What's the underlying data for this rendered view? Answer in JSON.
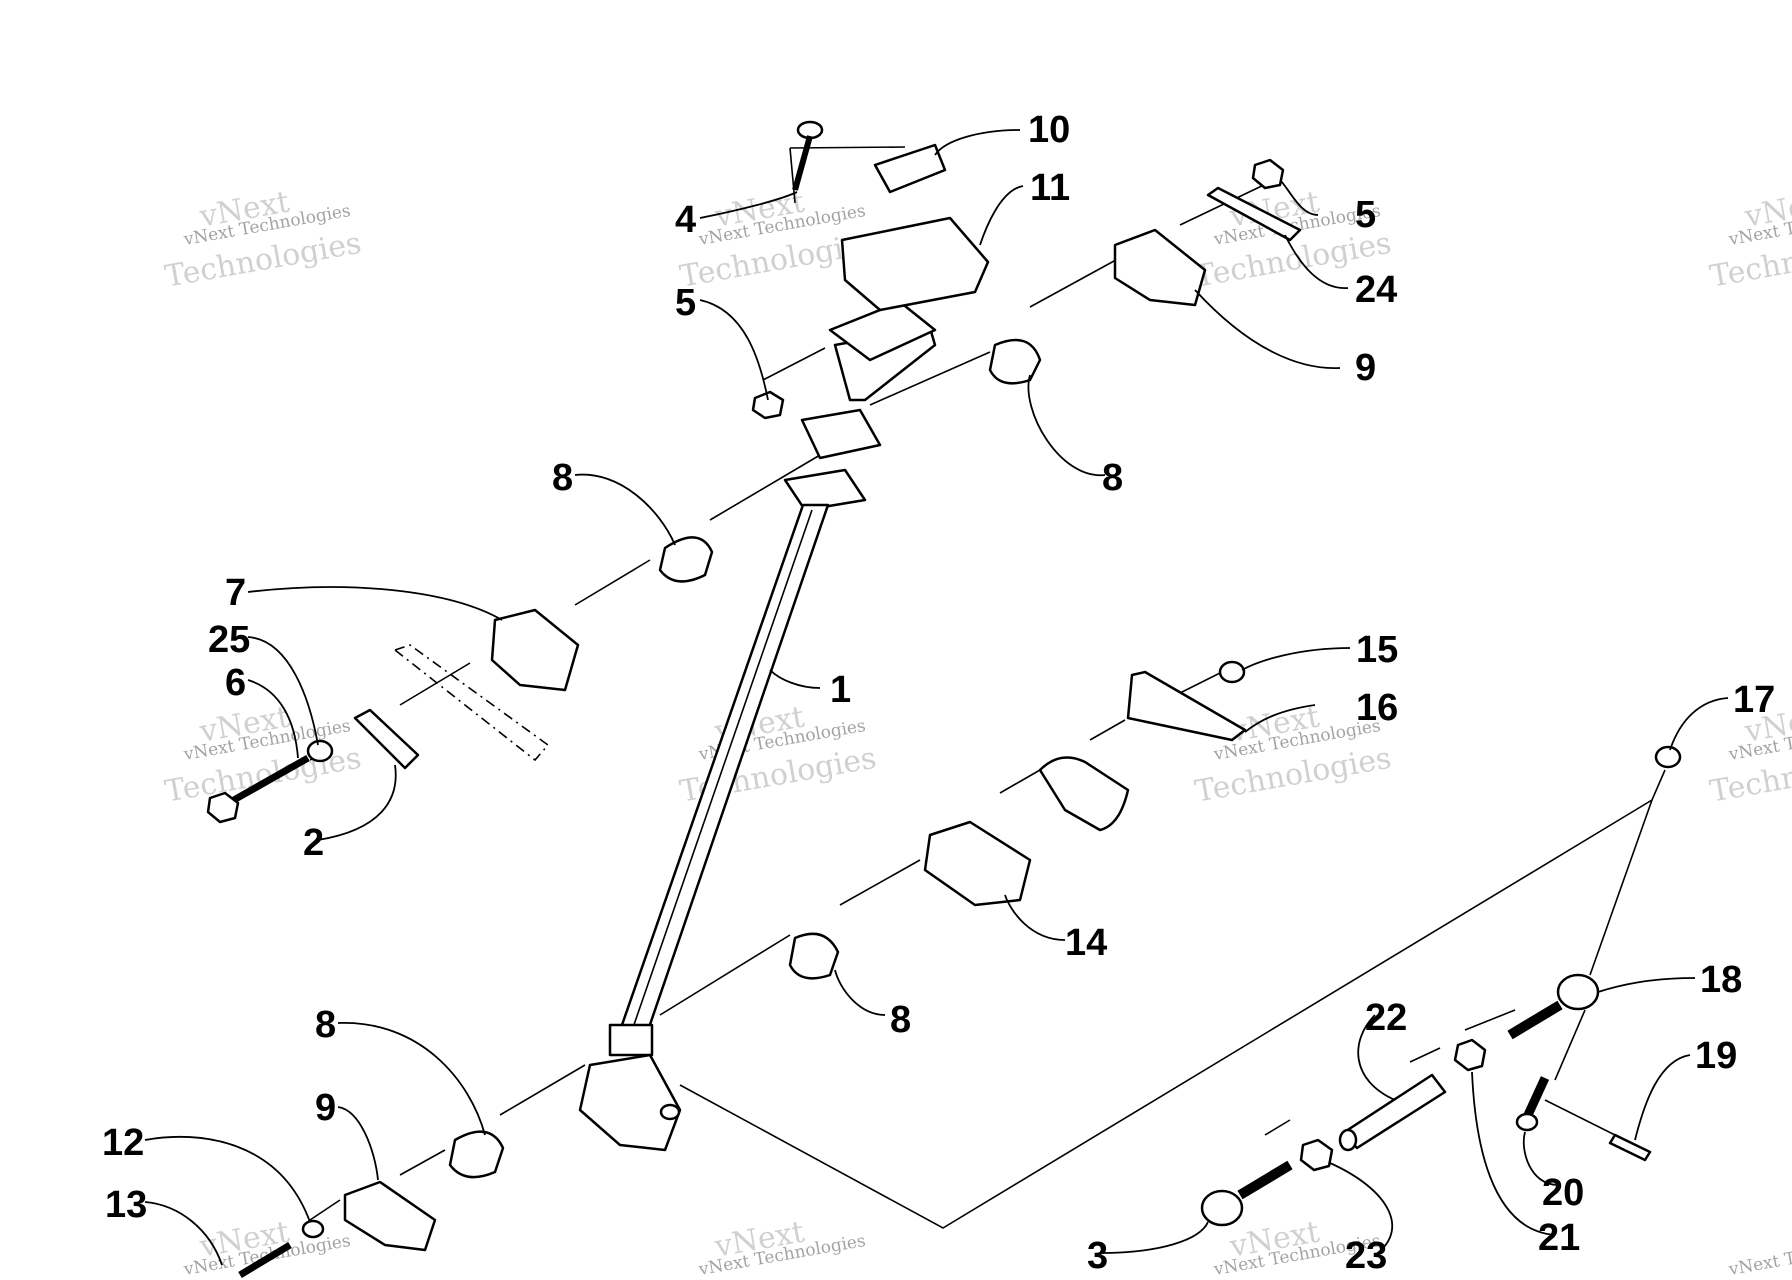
{
  "diagram": {
    "watermark": {
      "line1": "vNext Technologies",
      "line2": "vNext",
      "line3": "Technologies"
    },
    "callouts": [
      {
        "id": "c10",
        "label": "10"
      },
      {
        "id": "c11",
        "label": "11"
      },
      {
        "id": "c4",
        "label": "4"
      },
      {
        "id": "c5a",
        "label": "5"
      },
      {
        "id": "c5b",
        "label": "5"
      },
      {
        "id": "c24",
        "label": "24"
      },
      {
        "id": "c9a",
        "label": "9"
      },
      {
        "id": "c8a",
        "label": "8"
      },
      {
        "id": "c8b",
        "label": "8"
      },
      {
        "id": "c7",
        "label": "7"
      },
      {
        "id": "c25",
        "label": "25"
      },
      {
        "id": "c6",
        "label": "6"
      },
      {
        "id": "c1",
        "label": "1"
      },
      {
        "id": "c2",
        "label": "2"
      },
      {
        "id": "c15",
        "label": "15"
      },
      {
        "id": "c16",
        "label": "16"
      },
      {
        "id": "c17",
        "label": "17"
      },
      {
        "id": "c14",
        "label": "14"
      },
      {
        "id": "c8c",
        "label": "8"
      },
      {
        "id": "c8d",
        "label": "8"
      },
      {
        "id": "c18",
        "label": "18"
      },
      {
        "id": "c22",
        "label": "22"
      },
      {
        "id": "c19",
        "label": "19"
      },
      {
        "id": "c9b",
        "label": "9"
      },
      {
        "id": "c12",
        "label": "12"
      },
      {
        "id": "c13",
        "label": "13"
      },
      {
        "id": "c20",
        "label": "20"
      },
      {
        "id": "c21",
        "label": "21"
      },
      {
        "id": "c3",
        "label": "3"
      },
      {
        "id": "c23",
        "label": "23"
      }
    ]
  }
}
